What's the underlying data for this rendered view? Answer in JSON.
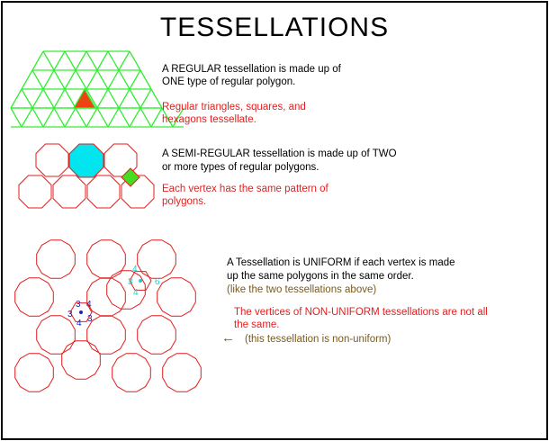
{
  "title": "TESSELLATIONS",
  "regular": {
    "line1": "A REGULAR tessellation is made up of",
    "line2": "ONE type of regular polygon.",
    "note1": "Regular triangles, squares,  and",
    "note2": "hexagons tessellate."
  },
  "semi_regular": {
    "line1": "A SEMI-REGULAR tessellation is made up of TWO",
    "line2": "or more types of regular polygons.",
    "note1": "Each vertex has the same pattern of",
    "note2": "polygons."
  },
  "uniform": {
    "line1": "A Tessellation is UNIFORM if each vertex is made",
    "line2": "up the same polygons in the same order.",
    "paren": "(like the two tessellations above)",
    "nonuni1": "The vertices of NON-UNIFORM tessellations are not all",
    "nonuni2": "the same.",
    "nonuni3": "(this tessellation is non-uniform)",
    "arrow": "←"
  },
  "vertex_labels": {
    "blue": [
      "3",
      "4",
      "3",
      "3",
      "4"
    ],
    "cyan": [
      "4",
      "3",
      "6",
      "4"
    ]
  },
  "colors": {
    "green_lines": "#33ee33",
    "red_lines": "#e41e1e",
    "orange_fill": "#ee4411",
    "cyan_fill": "#00e5ee",
    "green_fill": "#44dd22",
    "blue_label": "#2222bb",
    "cyan_label": "#22cccc",
    "brown_text": "#7a5a1e"
  }
}
